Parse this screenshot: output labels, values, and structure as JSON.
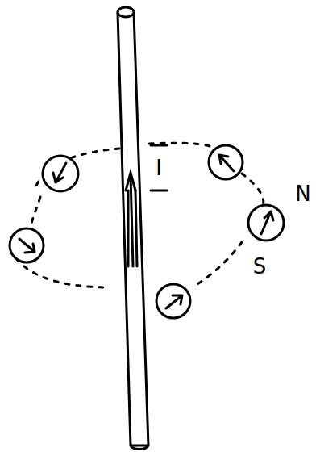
{
  "diagram": {
    "labels": [
      "I",
      "N",
      "S"
    ]
  }
}
